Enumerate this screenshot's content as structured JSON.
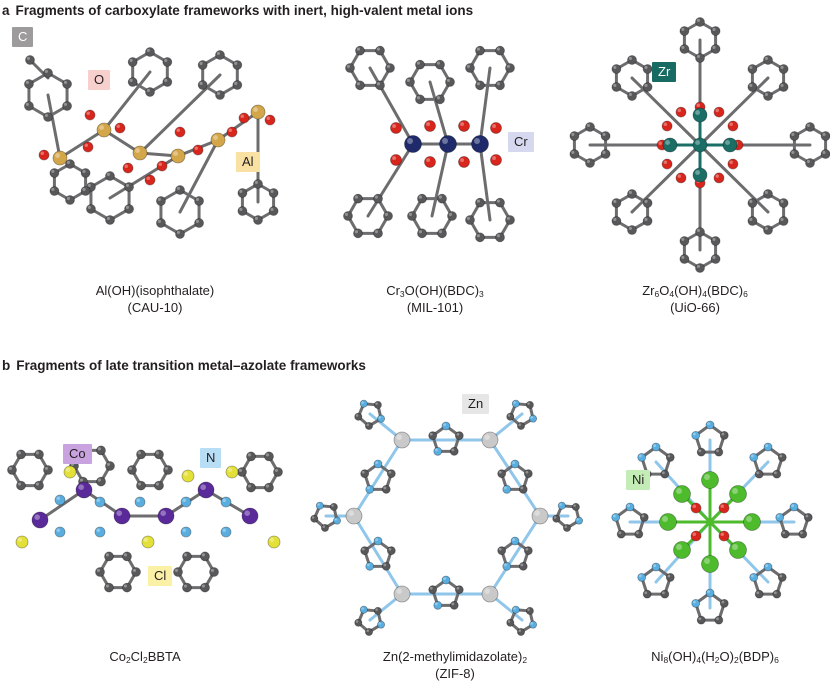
{
  "section_a": {
    "letter": "a",
    "title": "Fragments of carboxylate frameworks with inert, high-valent metal ions",
    "panels": [
      {
        "caption_line1": "Al(OH)(isophthalate)",
        "caption_line2": "(CAU-10)",
        "labels": [
          "C",
          "O",
          "Al"
        ]
      },
      {
        "caption_line1_parts": [
          "Cr",
          "3",
          "O(OH)(BDC)",
          "3"
        ],
        "caption_line2": "(MIL-101)",
        "labels": [
          "Cr"
        ]
      },
      {
        "caption_line1_parts": [
          "Zr",
          "6",
          "O",
          "4",
          "(OH)",
          "4",
          "(BDC)",
          "6"
        ],
        "caption_line2": "(UiO-66)",
        "labels": [
          "Zr"
        ]
      }
    ]
  },
  "section_b": {
    "letter": "b",
    "title": "Fragments of late transition metal–azolate frameworks",
    "panels": [
      {
        "caption_line1_parts": [
          "Co",
          "2",
          "Cl",
          "2",
          "BBTA"
        ],
        "labels": [
          "Co",
          "N",
          "Cl"
        ]
      },
      {
        "caption_line1_parts": [
          "Zn(2-methylimidazolate)",
          "2"
        ],
        "caption_line2": "(ZIF-8)",
        "labels": [
          "Zn"
        ]
      },
      {
        "caption_line1_parts": [
          "Ni",
          "8",
          "(OH)",
          "4",
          "(H",
          "2",
          "O)",
          "2",
          "(BDP)",
          "6"
        ],
        "labels": [
          "Ni"
        ]
      }
    ]
  },
  "colors": {
    "carbon": "#58585a",
    "oxygen": "#d9261c",
    "aluminium": "#d4a64a",
    "chromium": "#1f2a6b",
    "zirconium": "#1a6e66",
    "cobalt": "#5b2a9a",
    "nitrogen": "#5aaedf",
    "chlorine": "#e4e03a",
    "zinc": "#c9c9c9",
    "nickel": "#4dbb2c"
  }
}
